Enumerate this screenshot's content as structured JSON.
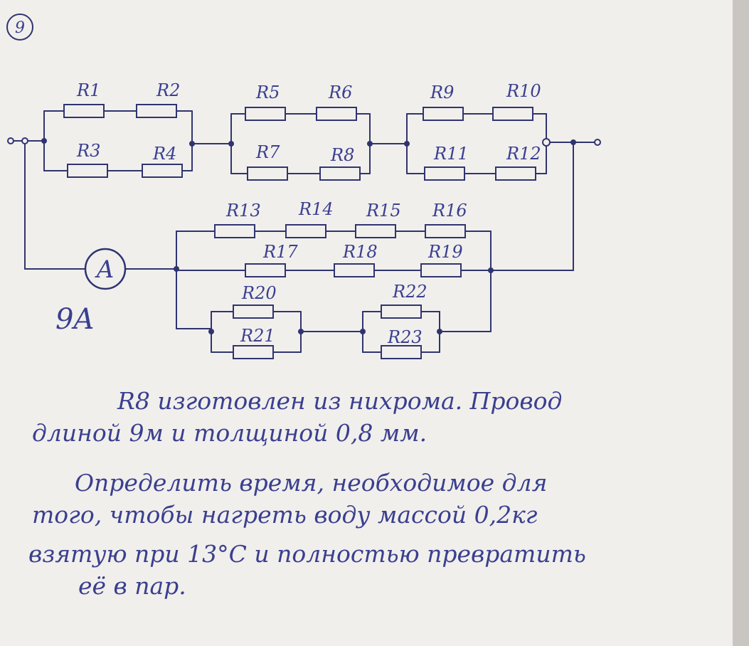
{
  "problem_number": "9",
  "ammeter": {
    "symbol": "A",
    "reading": "9A"
  },
  "resistors": {
    "r1": "R1",
    "r2": "R2",
    "r3": "R3",
    "r4": "R4",
    "r5": "R5",
    "r6": "R6",
    "r7": "R7",
    "r8": "R8",
    "r9": "R9",
    "r10": "R10",
    "r11": "R11",
    "r12": "R12",
    "r13": "R13",
    "r14": "R14",
    "r15": "R15",
    "r16": "R16",
    "r17": "R17",
    "r18": "R18",
    "r19": "R19",
    "r20": "R20",
    "r21": "R21",
    "r22": "R22",
    "r23": "R23"
  },
  "text_lines": [
    "R8 изготовлен из нихрома. Провод",
    "длиной 9м и толщиной 0,8 мм.",
    "Определить время, необходимое для",
    "того, чтобы нагреть воду массой 0,2кг",
    "взятую при 13°С и полностью превратить",
    "её в пар."
  ],
  "colors": {
    "ink": "#2f3470",
    "paper": "#f1efec",
    "background": "#e9e7e4"
  }
}
